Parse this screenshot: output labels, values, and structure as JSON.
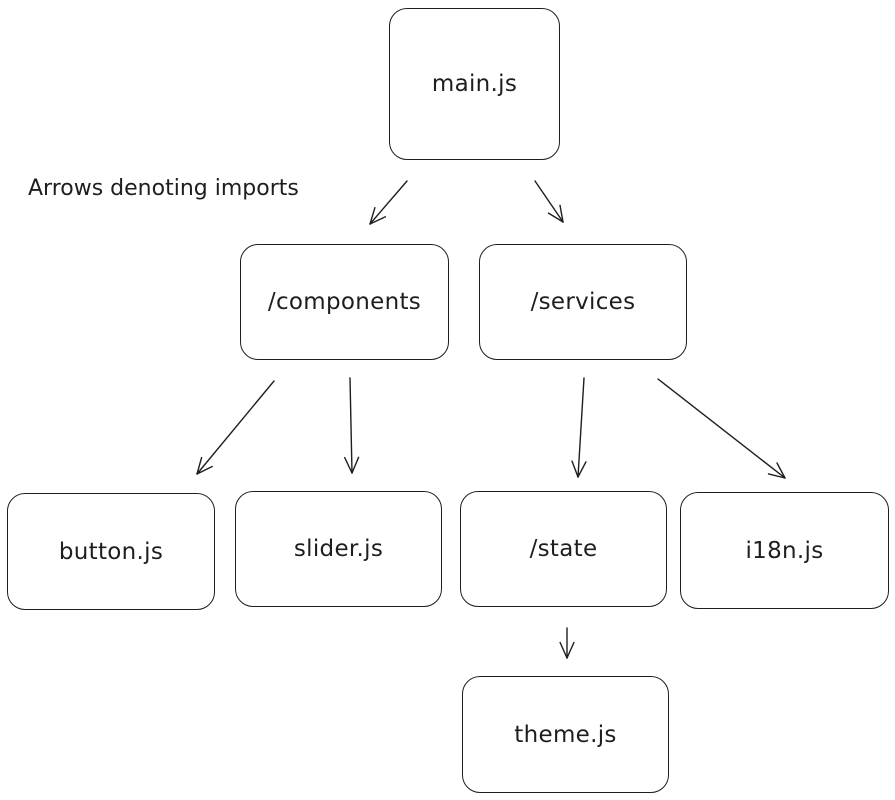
{
  "diagram": {
    "caption": "Arrows denoting imports",
    "nodes": {
      "main": "main.js",
      "components": "/components",
      "services": "/services",
      "button": "button.js",
      "slider": "slider.js",
      "state": "/state",
      "i18n": "i18n.js",
      "theme": "theme.js"
    },
    "edges": [
      {
        "from": "main",
        "to": "components"
      },
      {
        "from": "main",
        "to": "services"
      },
      {
        "from": "components",
        "to": "button"
      },
      {
        "from": "components",
        "to": "slider"
      },
      {
        "from": "services",
        "to": "state"
      },
      {
        "from": "services",
        "to": "i18n"
      },
      {
        "from": "state",
        "to": "theme"
      }
    ],
    "colors": {
      "stroke": "#1e1e1e",
      "background": "#ffffff"
    }
  }
}
